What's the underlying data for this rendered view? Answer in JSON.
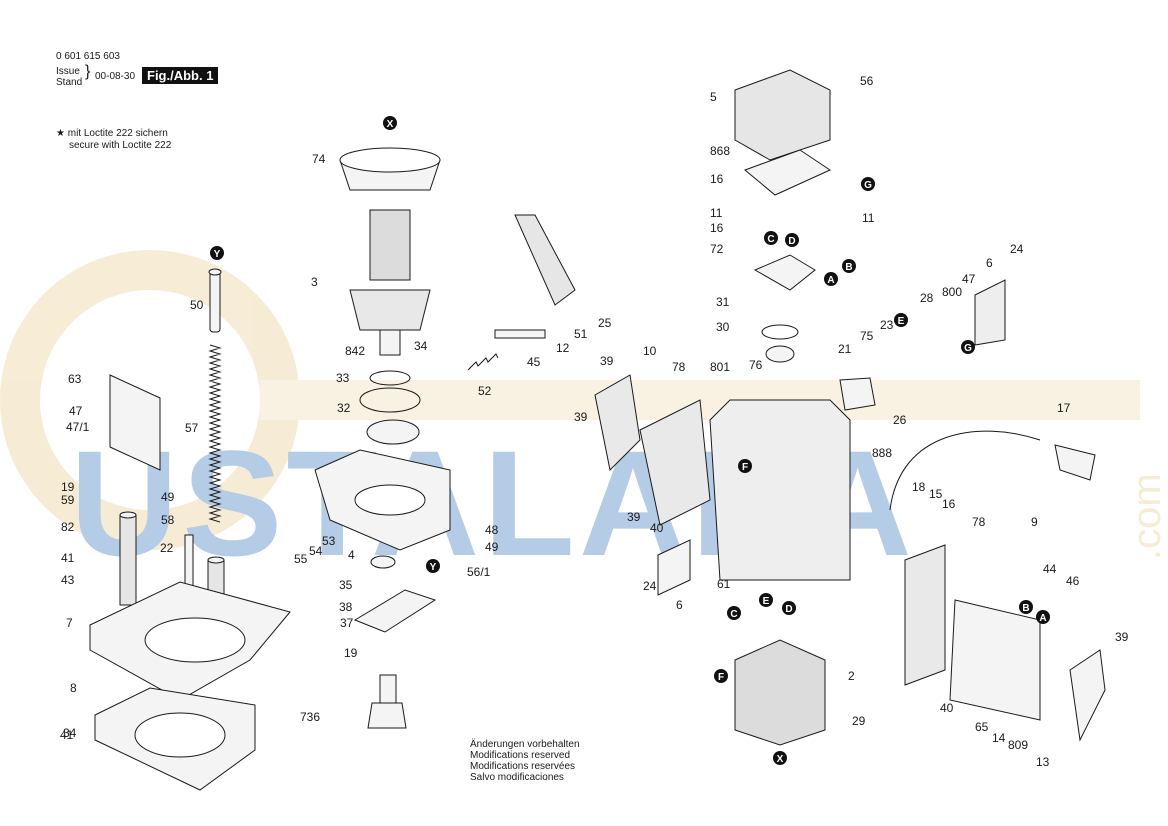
{
  "header": {
    "part_number": "0 601 615 603",
    "issue_label": "Issue",
    "stand_label": "Stand",
    "date": "00-08-30",
    "figure_label": "Fig./Abb. 1"
  },
  "loctite_note": {
    "symbol": "★",
    "line1": "mit Loctite 222 sichern",
    "line2": "secure with Loctite 222"
  },
  "changes_note": {
    "line1": "Änderungen vorbehalten",
    "line2": "Modifications reserved",
    "line3": "Modifications reservées",
    "line4": "Salvo modificaciones"
  },
  "watermark": {
    "text": "USTALARA",
    "suffix": ".com",
    "color": "#2f6fb8",
    "accent": "#e8c98a"
  },
  "part_numbers": [
    "74",
    "3",
    "842",
    "34",
    "33",
    "32",
    "4",
    "35",
    "38",
    "37",
    "19",
    "736",
    "50",
    "63",
    "47",
    "47/1",
    "57",
    "49",
    "58",
    "22",
    "7",
    "8",
    "34",
    "19",
    "59",
    "82",
    "41",
    "43",
    "55",
    "54",
    "53",
    "48",
    "49",
    "56/1",
    "52",
    "45",
    "12",
    "51",
    "25",
    "5",
    "56",
    "868",
    "16",
    "11",
    "16",
    "11",
    "72",
    "31",
    "30",
    "801",
    "76",
    "10",
    "78",
    "39",
    "39",
    "39",
    "40",
    "24",
    "6",
    "61",
    "888",
    "26",
    "21",
    "75",
    "23",
    "28",
    "800",
    "47",
    "6",
    "24",
    "17",
    "18",
    "15",
    "16",
    "78",
    "9",
    "44",
    "46",
    "40",
    "65",
    "14",
    "809",
    "13",
    "39",
    "2",
    "29",
    "41"
  ],
  "callout_letters": [
    "X",
    "Y",
    "Y",
    "X",
    "G",
    "C",
    "D",
    "A",
    "B",
    "E",
    "G",
    "F",
    "C",
    "E",
    "D",
    "F",
    "B",
    "A"
  ],
  "colors": {
    "ink": "#1a1a1a",
    "part_fill": "#f4f4f4",
    "part_shade": "#c8c8c8"
  }
}
